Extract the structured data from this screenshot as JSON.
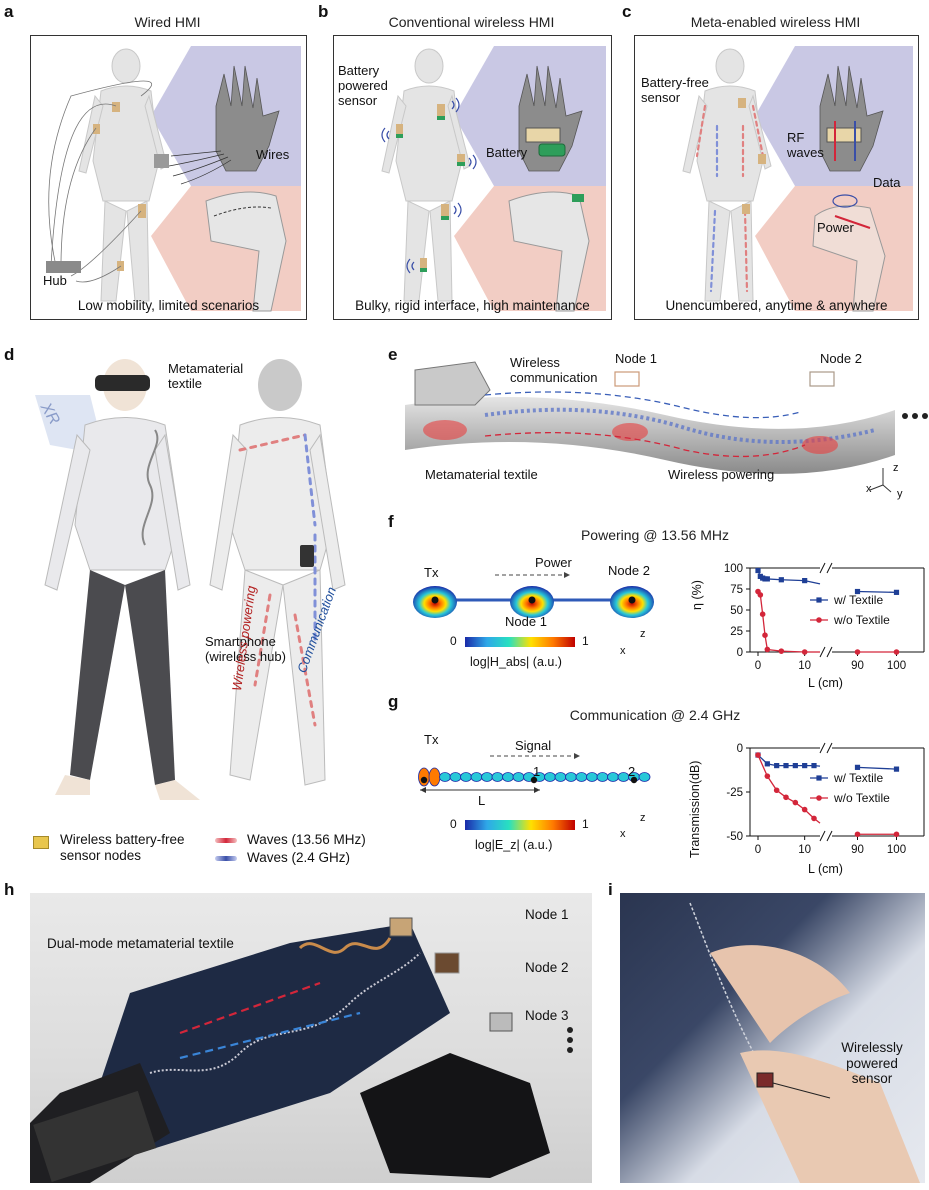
{
  "panels": {
    "a": {
      "letter": "a",
      "title": "Wired HMI",
      "caption": "Low mobility, limited scenarios",
      "wires_label": "Wires",
      "hub_label": "Hub"
    },
    "b": {
      "letter": "b",
      "title": "Conventional wireless HMI",
      "caption": "Bulky, rigid interface, high maintenance",
      "sensor_label": "Battery powered sensor",
      "battery_label": "Battery"
    },
    "c": {
      "letter": "c",
      "title": "Meta-enabled wireless HMI",
      "caption": "Unencumbered, anytime & anywhere",
      "sensor_label": "Battery-free sensor",
      "rf_label": "RF waves",
      "data_label": "Data",
      "power_label": "Power"
    },
    "d": {
      "letter": "d",
      "xr_label": "XR",
      "textile_label": "Metamaterial textile",
      "phone_label": "Smartphone (wireless hub)",
      "powering_label": "Wireless powering",
      "comm_label": "Communication",
      "legend": {
        "sensor": "Wireless battery-free sensor nodes",
        "waves_red": "Waves (13.56 MHz)",
        "waves_blue": "Waves (2.4 GHz)"
      }
    },
    "e": {
      "letter": "e",
      "comm_label": "Wireless communication",
      "node1": "Node 1",
      "node2": "Node 2",
      "textile_label": "Metamaterial textile",
      "powering_label": "Wireless powering",
      "dots": "• • •",
      "axis_z": "z",
      "axis_x": "x",
      "axis_y": "y"
    },
    "f": {
      "letter": "f",
      "title": "Powering @ 13.56 MHz",
      "tx": "Tx",
      "power": "Power",
      "node1": "Node 1",
      "node2": "Node 2",
      "cb_min": "0",
      "cb_max": "1",
      "cb_label": "log|H_abs| (a.u.)",
      "axis_x": "x",
      "axis_z": "z"
    },
    "g": {
      "letter": "g",
      "title": "Communication @ 2.4 GHz",
      "tx": "Tx",
      "signal": "Signal",
      "n1": "1",
      "n2": "2",
      "L": "L",
      "cb_min": "0",
      "cb_max": "1",
      "cb_label": "log|E_z| (a.u.)",
      "axis_x": "x",
      "axis_z": "z"
    },
    "h": {
      "letter": "h",
      "textile_label": "Dual-mode metamaterial textile",
      "node1": "Node 1",
      "node2": "Node 2",
      "node3": "Node 3"
    },
    "i": {
      "letter": "i",
      "sensor_label": "Wirelessly powered sensor"
    }
  },
  "colors": {
    "blue": "#1f3f96",
    "red": "#d3263a",
    "panel_blue_bg": "#c9c8e4",
    "panel_red_bg": "#f2cdc4"
  },
  "chart_data": [
    {
      "type": "line",
      "title": "",
      "xlabel": "L (cm)",
      "ylabel": "η (%)",
      "x_ticks": [
        "0",
        "10",
        "90",
        "100"
      ],
      "y_ticks": [
        "0",
        "25",
        "50",
        "75",
        "100"
      ],
      "ylim": [
        0,
        100
      ],
      "broken_axis": true,
      "series": [
        {
          "name": "w/ Textile",
          "color": "#1f3f96",
          "marker": "square",
          "x": [
            0,
            0.5,
            1,
            1.5,
            2,
            5,
            10,
            90,
            100
          ],
          "y": [
            97,
            90,
            88,
            87,
            87,
            86,
            85,
            72,
            71
          ]
        },
        {
          "name": "w/o Textile",
          "color": "#d3263a",
          "marker": "circle",
          "x": [
            0,
            0.5,
            1,
            1.5,
            2,
            5,
            10,
            90,
            100
          ],
          "y": [
            72,
            68,
            45,
            20,
            3,
            1,
            0,
            0,
            0
          ]
        }
      ]
    },
    {
      "type": "line",
      "title": "",
      "xlabel": "L (cm)",
      "ylabel": "Transmission(dB)",
      "x_ticks": [
        "0",
        "10",
        "90",
        "100"
      ],
      "y_ticks": [
        "0",
        "-25",
        "-50"
      ],
      "ylim": [
        -50,
        0
      ],
      "broken_axis": true,
      "series": [
        {
          "name": "w/ Textile",
          "color": "#1f3f96",
          "marker": "square",
          "x": [
            0,
            2,
            4,
            6,
            8,
            10,
            12,
            90,
            100
          ],
          "y": [
            -4,
            -9,
            -10,
            -10,
            -10,
            -10,
            -10,
            -11,
            -12
          ]
        },
        {
          "name": "w/o Textile",
          "color": "#d3263a",
          "marker": "circle",
          "x": [
            0,
            2,
            4,
            6,
            8,
            10,
            12,
            90,
            100
          ],
          "y": [
            -4,
            -16,
            -24,
            -28,
            -31,
            -35,
            -40,
            -49,
            -49
          ]
        }
      ]
    }
  ],
  "chart_labels": {
    "f": {
      "ylabel": "η (%)",
      "xlabel": "L (cm)",
      "x_ticks": [
        "0",
        "10",
        "90",
        "100"
      ],
      "y_ticks": [
        "0",
        "25",
        "50",
        "75",
        "100"
      ],
      "legend1": "w/ Textile",
      "legend2": "w/o Textile"
    },
    "g": {
      "ylabel": "Transmission(dB)",
      "xlabel": "L (cm)",
      "x_ticks": [
        "0",
        "10",
        "90",
        "100"
      ],
      "y_ticks": [
        "0",
        "-25",
        "-50"
      ],
      "legend1": "w/ Textile",
      "legend2": "w/o Textile"
    }
  }
}
